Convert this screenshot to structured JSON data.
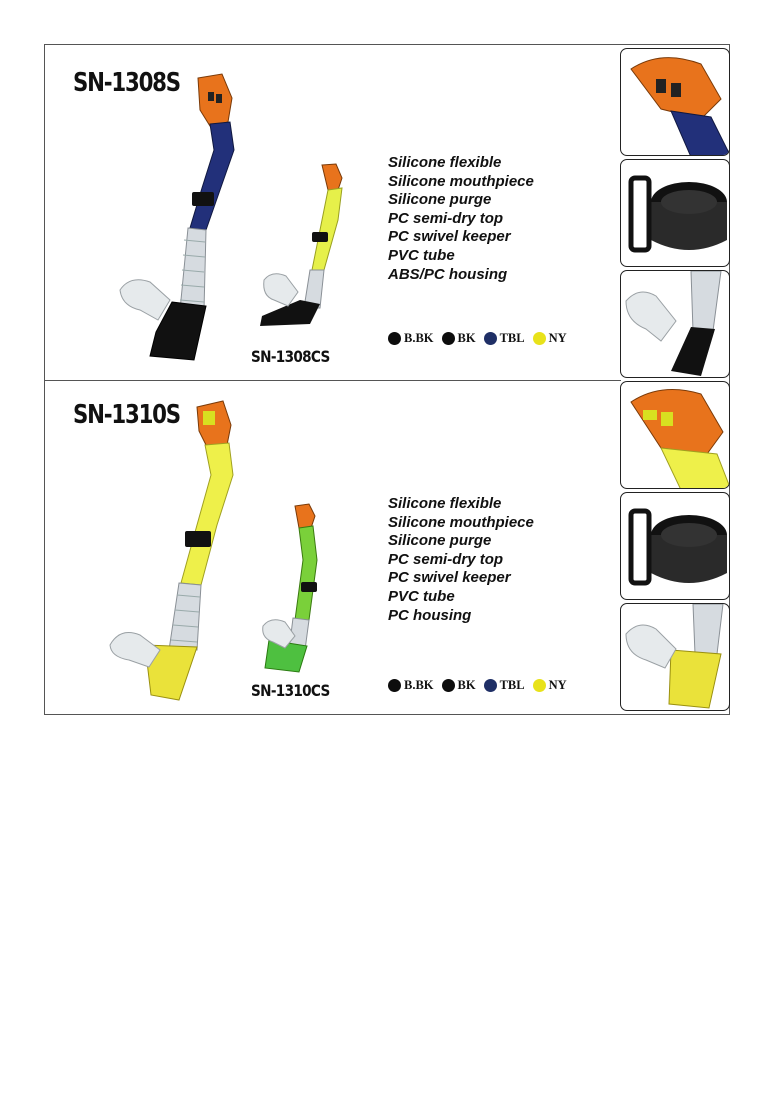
{
  "products": [
    {
      "model": "SN-1308S",
      "sub_model": "SN-1308CS",
      "features": [
        "Silicone flexible",
        "Silicone mouthpiece",
        "Silicone purge",
        "PC semi-dry top",
        "PC swivel keeper",
        "PVC tube",
        "ABS/PC housing"
      ],
      "colors": [
        {
          "label": "B.BK",
          "hex": "#0d0d0d"
        },
        {
          "label": "BK",
          "hex": "#0d0d0d"
        },
        {
          "label": "TBL",
          "hex": "#1f2f66"
        },
        {
          "label": "NY",
          "hex": "#e8e21a"
        }
      ]
    },
    {
      "model": "SN-1310S",
      "sub_model": "SN-1310CS",
      "features": [
        "Silicone flexible",
        "Silicone mouthpiece",
        "Silicone purge",
        "PC semi-dry top",
        "PC swivel keeper",
        "PVC tube",
        "PC housing"
      ],
      "colors": [
        {
          "label": "B.BK",
          "hex": "#0d0d0d"
        },
        {
          "label": "BK",
          "hex": "#0d0d0d"
        },
        {
          "label": "TBL",
          "hex": "#1f2f66"
        },
        {
          "label": "NY",
          "hex": "#e8e21a"
        }
      ]
    }
  ]
}
